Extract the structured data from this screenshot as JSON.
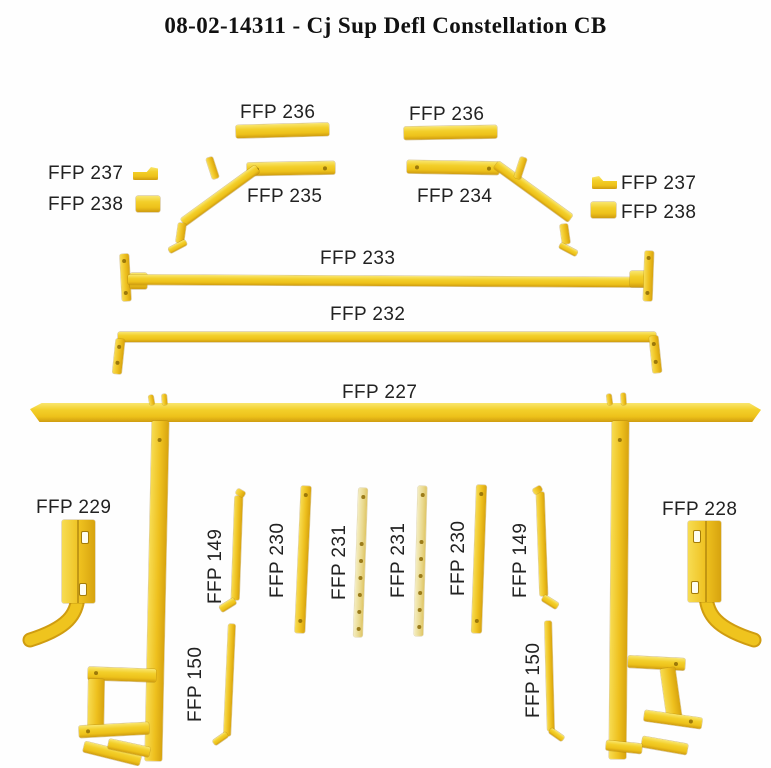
{
  "title": "08-02-14311 - Cj Sup Defl Constellation CB",
  "labels": {
    "ffp236_left": "FFP 236",
    "ffp236_right": "FFP 236",
    "ffp237_left": "FFP 237",
    "ffp238_left": "FFP 238",
    "ffp235": "FFP 235",
    "ffp234": "FFP 234",
    "ffp237_right": "FFP 237",
    "ffp238_right": "FFP 238",
    "ffp233": "FFP 233",
    "ffp232": "FFP 232",
    "ffp227": "FFP 227",
    "ffp229": "FFP 229",
    "ffp228": "FFP 228",
    "ffp149_left": "FFP 149",
    "ffp230_left": "FFP 230",
    "ffp231_left": "FFP 231",
    "ffp231_right": "FFP 231",
    "ffp230_right": "FFP 230",
    "ffp149_right": "FFP 149",
    "ffp150_left": "FFP 150",
    "ffp150_right": "FFP 150"
  },
  "colors": {
    "part_yellow": "#EFC41D",
    "part_yellow_light": "#F8E063",
    "part_yellow_dark": "#D9A411",
    "part_pale": "#EBDC96",
    "label_text": "#222222",
    "background": "#FFFFFF"
  }
}
